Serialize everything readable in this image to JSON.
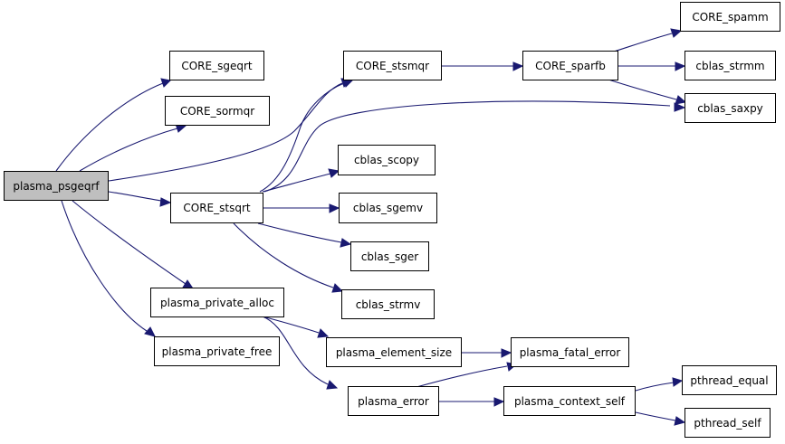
{
  "graph": {
    "colors": {
      "edge": "#191970",
      "node_border": "#000000",
      "root_fill": "#bfbfbf",
      "node_fill": "#ffffff"
    },
    "nodes": {
      "plasma_psgeqrf": "plasma_psgeqrf",
      "core_sgeqrt": "CORE_sgeqrt",
      "core_sormqr": "CORE_sormqr",
      "core_ststqrt": "CORE_stsqrt",
      "core_stsmqr": "CORE_stsmqr",
      "core_sparfb": "CORE_sparfb",
      "core_spamm": "CORE_spamm",
      "cblas_strmm": "cblas_strmm",
      "cblas_saxpy": "cblas_saxpy",
      "cblas_scopy": "cblas_scopy",
      "cblas_sgemv": "cblas_sgemv",
      "cblas_sger": "cblas_sger",
      "cblas_strmv": "cblas_strmv",
      "plasma_private_alloc": "plasma_private_alloc",
      "plasma_private_free": "plasma_private_free",
      "plasma_element_size": "plasma_element_size",
      "plasma_fatal_error": "plasma_fatal_error",
      "plasma_error": "plasma_error",
      "plasma_context_self": "plasma_context_self",
      "pthread_equal": "pthread_equal",
      "pthread_self": "pthread_self"
    }
  }
}
